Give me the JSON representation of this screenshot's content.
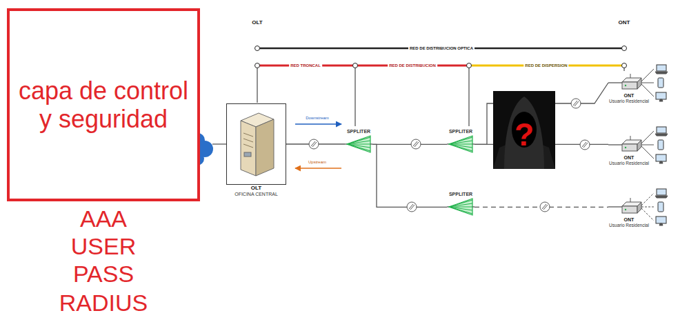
{
  "diagram": {
    "nodes": [
      {
        "text": [
          "capa de control y seguridad"
        ]
      },
      {
        "text": [
          "OLT",
          "OFICINA CENTRAL"
        ]
      },
      {
        "text": [
          "SPPLITER"
        ]
      },
      {
        "text": [
          "SPPLITER"
        ]
      },
      {
        "text": [
          "SPPLITER"
        ]
      },
      {
        "text": [
          "ONT",
          "Usuario Residencial"
        ]
      },
      {
        "text": [
          "ONT",
          "Usuario Residencial"
        ]
      },
      {
        "text": [
          "ONT",
          "Usuario Residencial"
        ]
      }
    ],
    "edges": [
      {
        "from": 1,
        "to": 2,
        "arrow": "none"
      },
      {
        "from": 2,
        "to": 3,
        "arrow": "none"
      },
      {
        "from": 2,
        "to": 4,
        "arrow": "none"
      },
      {
        "from": 3,
        "to": 5,
        "arrow": "none"
      },
      {
        "from": 3,
        "to": 6,
        "arrow": "none"
      },
      {
        "from": 4,
        "to": 7,
        "arrow": "none"
      }
    ],
    "labels": [
      "OLT",
      "ONT",
      "RED DE DISTRIBUCION OPTICA",
      "RED TRONCAL",
      "RED DE DISTRIBUCION",
      "RED DE DISPERSION",
      "Downstream",
      "Upstream",
      "?",
      "AAA",
      "USER",
      "PASS",
      "RADIUS"
    ]
  }
}
